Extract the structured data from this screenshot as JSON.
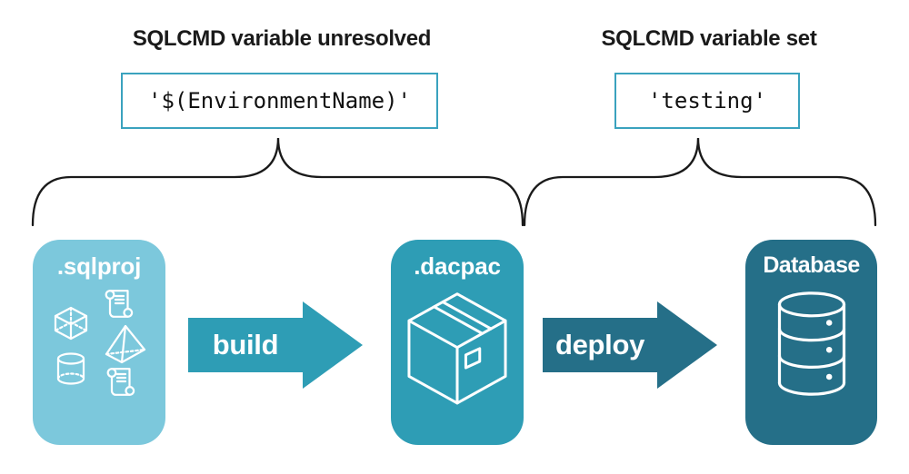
{
  "diagram": {
    "callouts": [
      {
        "heading": "SQLCMD variable unresolved",
        "code": "'$(EnvironmentName)'"
      },
      {
        "heading": "SQLCMD variable set",
        "code": "'testing'"
      }
    ],
    "nodes": [
      {
        "label": ".sqlproj",
        "color": "#7CC8DC",
        "icon": "sql-objects-icon"
      },
      {
        "label": ".dacpac",
        "color": "#2E9DB5",
        "icon": "package-icon"
      },
      {
        "label": "Database",
        "color": "#256F88",
        "icon": "database-icon"
      }
    ],
    "arrows": [
      {
        "label": "build",
        "color": "#2E9DB5"
      },
      {
        "label": "deploy",
        "color": "#256F88"
      }
    ],
    "code_box_border_color": "#3AA2BE",
    "brace_color": "#1A1A1A",
    "background_color": "#FFFFFF"
  }
}
